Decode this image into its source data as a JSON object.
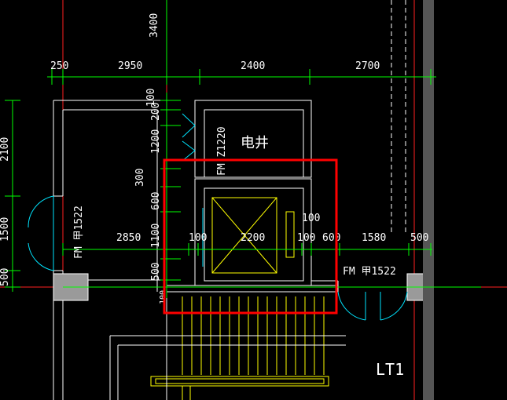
{
  "colors": {
    "background": "#000000",
    "wall": "#ffffff",
    "dimension": "#00ff00",
    "axis": "#ff2020",
    "door": "#00e5ff",
    "stair": "#ffff00",
    "highlight": "#ff0000",
    "column": "#9a9a9a"
  },
  "top_dims": {
    "d250": "250",
    "d2950": "2950",
    "d2400": "2400",
    "d2700": "2700",
    "d3400": "3400"
  },
  "left_dims": {
    "d2100": "2100",
    "d1500": "1500",
    "d500": "500"
  },
  "mid_vertical_dims": {
    "d100": "100",
    "d200": "200",
    "d1200": "1200",
    "d300": "300",
    "d600": "600",
    "d1100": "1100",
    "d500": "500",
    "d100b": "100"
  },
  "horiz_dims": {
    "d2850": "2850",
    "d100a": "100",
    "d2200": "2200",
    "d100b": "100",
    "d600": "600",
    "d1580": "1580",
    "d500": "500"
  },
  "labels": {
    "shaft": "电井",
    "door_shaft": "FM Z1220",
    "door_left": "FM 甲1522",
    "door_right": "FM 甲1522",
    "elevator_side": "100",
    "stair": "LT1"
  }
}
